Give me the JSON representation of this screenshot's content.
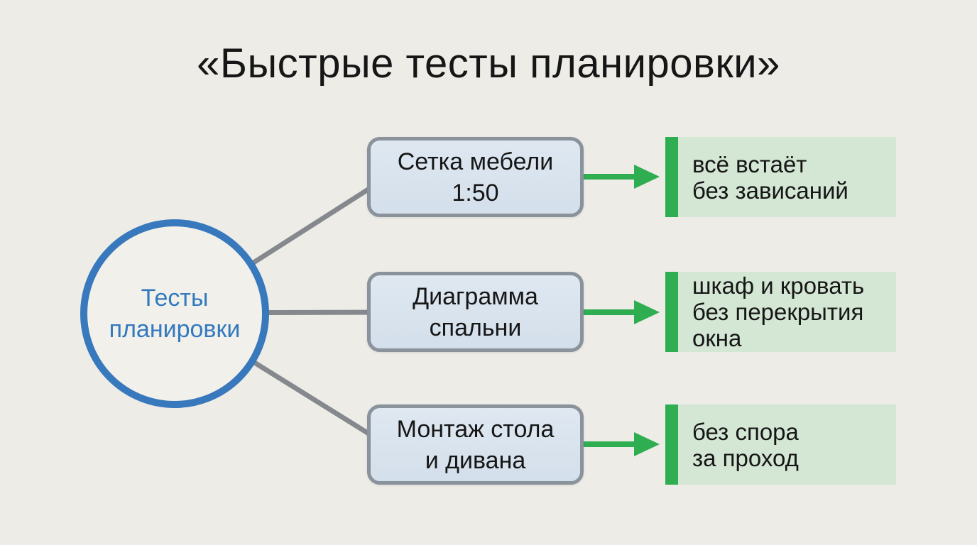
{
  "title": "«Быстрые тесты планировки»",
  "root": {
    "lines": [
      "Тесты",
      "планировки"
    ]
  },
  "rows": [
    {
      "test": {
        "lines": [
          "Сетка мебели",
          "1:50"
        ]
      },
      "result": {
        "lines": [
          "всё встаёт",
          "без зависаний"
        ]
      }
    },
    {
      "test": {
        "lines": [
          "Диаграмма",
          "спальни"
        ]
      },
      "result": {
        "lines": [
          "шкаф и кровать",
          "без перекрытия",
          "окна"
        ]
      }
    },
    {
      "test": {
        "lines": [
          "Монтаж стола",
          "и дивана"
        ]
      },
      "result": {
        "lines": [
          "без спора",
          "за проход"
        ]
      }
    }
  ],
  "colors": {
    "background": "#EDECE7",
    "circle-fill": "#F1F0EB",
    "accent-blue": "#3878BC",
    "circle-text": "#3379BE",
    "box-border": "#8A929B",
    "link-gray": "#85898E",
    "accent-green": "#2FAE51",
    "result-fill": "#D4E6D4",
    "text-dark": "#161616"
  }
}
